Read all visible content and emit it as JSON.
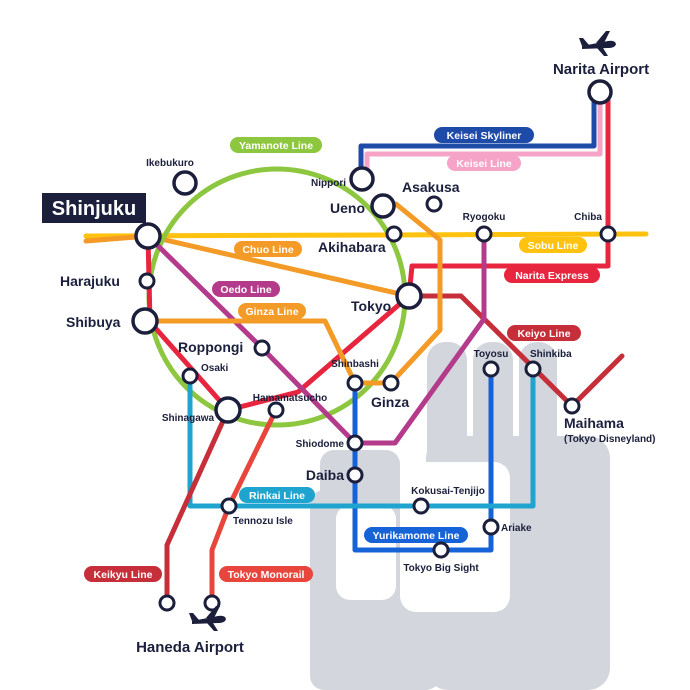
{
  "colors": {
    "background": "#ffffff",
    "land": "#d3d6dc",
    "text": "#1b1f3b",
    "yamanote": "#8dc63f",
    "chuo": "#f39a27",
    "sobu": "#ffc20e",
    "keisei_skyliner": "#1e4aa8",
    "keisei": "#f5a3c7",
    "narita_express": "#e8253e",
    "keiyo": "#c62f3a",
    "oedo": "#b43b8b",
    "ginza": "#f39a27",
    "yurikamome": "#1663d8",
    "rinkai": "#1fa3cf",
    "keikyu": "#c62f3a",
    "tokyo_monorail": "#e8463d"
  },
  "stations": {
    "narita_airport": "Narita Airport",
    "ikebukuro": "Ikebukuro",
    "shinjuku": "Shinjuku",
    "nippori": "Nippori",
    "asakusa": "Asakusa",
    "ueno": "Ueno",
    "ryogoku": "Ryogoku",
    "chiba": "Chiba",
    "akihabara": "Akihabara",
    "harajuku": "Harajuku",
    "tokyo": "Tokyo",
    "shibuya": "Shibuya",
    "roppongi": "Roppongi",
    "toyosu": "Toyosu",
    "shinkiba": "Shinkiba",
    "shinbashi": "Shinbashi",
    "osaki": "Osaki",
    "hamamatsucho": "Hamamatsucho",
    "shinagawa": "Shinagawa",
    "ginza": "Ginza",
    "maihama": "Maihama",
    "maihama_note": "(Tokyo Disneyland)",
    "shiodome": "Shiodome",
    "daiba": "Daiba",
    "kokusai_tenjijo": "Kokusai-Tenjijo",
    "ariake": "Ariake",
    "tennozu_isle": "Tennozu Isle",
    "tokyo_big_sight": "Tokyo Big Sight",
    "haneda_airport": "Haneda Airport"
  },
  "lines": {
    "yamanote": "Yamanote Line",
    "keisei_skyliner": "Keisei Skyliner",
    "keisei": "Keisei Line",
    "chuo": "Chuo Line",
    "sobu": "Sobu Line",
    "narita_express": "Narita Express",
    "oedo": "Oedo Line",
    "ginza": "Ginza Line",
    "keiyo": "Keiyo Line",
    "rinkai": "Rinkai Line",
    "yurikamome": "Yurikamome Line",
    "keikyu": "Keikyu Line",
    "tokyo_monorail": "Tokyo Monorail"
  },
  "icons": {
    "narita_plane": "airplane-icon",
    "haneda_plane": "airplane-icon"
  }
}
